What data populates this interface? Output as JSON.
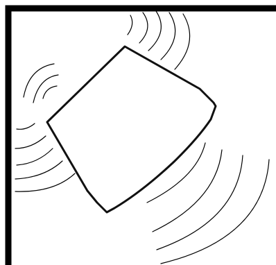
{
  "diagram": {
    "description_free": true,
    "colors": {
      "background": "#ffffff",
      "stroke": "#000000"
    },
    "elements": [
      "corner-wall",
      "irregular-block",
      "sound-waves-top",
      "sound-waves-left",
      "sound-waves-bottom-right"
    ]
  }
}
